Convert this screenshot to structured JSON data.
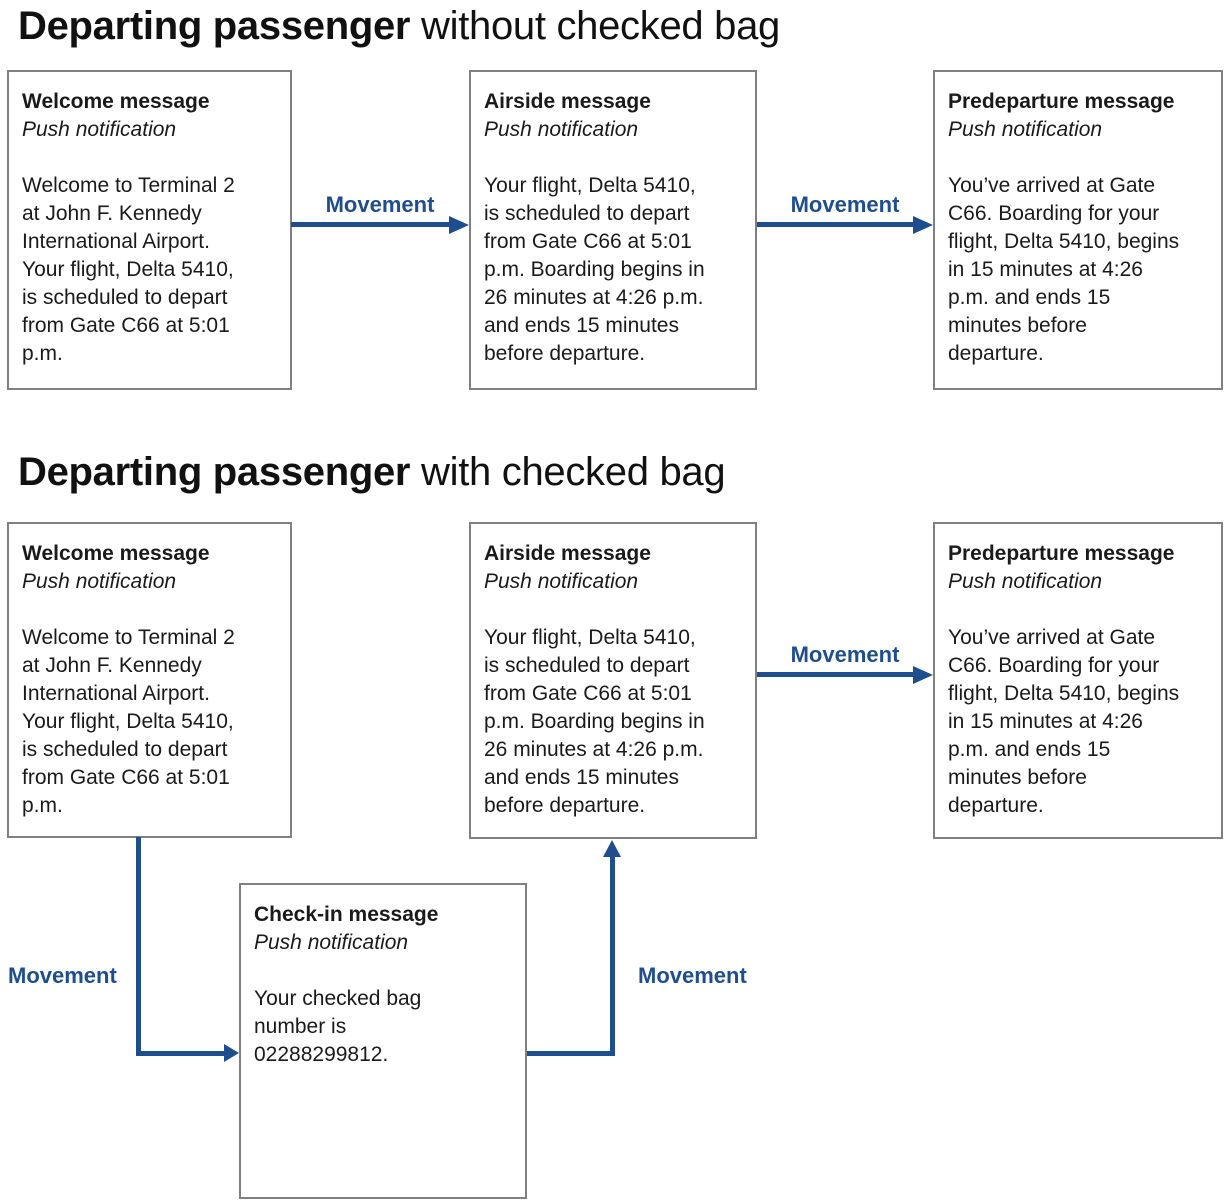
{
  "colors": {
    "accent_blue": "#1f4e8f",
    "box_border_gray": "#808080",
    "text": "#1a1a1a"
  },
  "flow1": {
    "title_bold": "Departing passenger",
    "title_rest": " without checked bag",
    "boxes": {
      "welcome": {
        "heading": "Welcome message",
        "sub": "Push notification",
        "body": "Welcome to Terminal 2\nat John F. Kennedy\nInternational Airport.\nYour flight, Delta 5410,\nis scheduled to depart\nfrom Gate C66 at 5:01\np.m."
      },
      "airside": {
        "heading": "Airside message",
        "sub": "Push notification",
        "body": "Your flight, Delta 5410,\nis scheduled to depart\nfrom Gate C66 at 5:01\np.m. Boarding begins in\n26 minutes at 4:26 p.m.\nand ends 15 minutes\nbefore departure."
      },
      "predeparture": {
        "heading": "Predeparture message",
        "sub": "Push notification",
        "body": "You’ve arrived at Gate\nC66. Boarding for your\nflight, Delta 5410, begins\nin 15 minutes at 4:26\np.m. and ends 15\nminutes before\ndeparture."
      }
    },
    "movement1": "Movement",
    "movement2": "Movement"
  },
  "flow2": {
    "title_bold": "Departing passenger",
    "title_rest": " with checked bag",
    "boxes": {
      "welcome": {
        "heading": "Welcome message",
        "sub": "Push notification",
        "body": "Welcome to Terminal 2\nat John F. Kennedy\nInternational Airport.\nYour flight, Delta 5410,\nis scheduled to depart\nfrom Gate C66 at 5:01\np.m."
      },
      "checkin": {
        "heading": "Check-in message",
        "sub": "Push notification",
        "body": "Your checked bag\nnumber is\n02288299812."
      },
      "airside": {
        "heading": "Airside message",
        "sub": "Push notification",
        "body": "Your flight, Delta 5410,\nis scheduled to depart\nfrom Gate C66 at 5:01\np.m. Boarding begins in\n26 minutes at 4:26 p.m.\nand ends 15 minutes\nbefore departure."
      },
      "predeparture": {
        "heading": "Predeparture message",
        "sub": "Push notification",
        "body": "You’ve arrived at Gate\nC66. Boarding for your\nflight, Delta 5410, begins\nin 15 minutes at 4:26\np.m. and ends 15\nminutes before\ndeparture."
      }
    },
    "movement_to_checkin": "Movement",
    "movement_to_airside": "Movement",
    "movement_to_predeparture": "Movement"
  }
}
